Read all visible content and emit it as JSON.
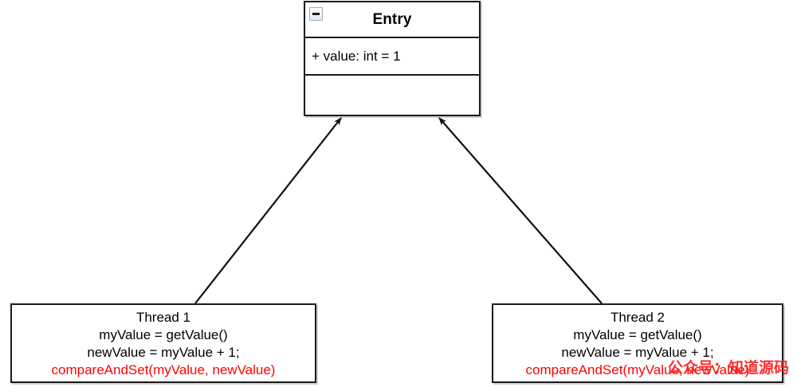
{
  "diagram": {
    "type": "uml-class-diagram",
    "background_color": "#ffffff",
    "line_color": "#1a1a1a",
    "accent_color": "#ff0000"
  },
  "entry_class": {
    "name": "Entry",
    "collapse_icon": "minus-box-icon",
    "attributes": [
      "+ value: int = 1"
    ],
    "operations": []
  },
  "threads": [
    {
      "id": "thread-1",
      "title": "Thread 1",
      "lines": [
        {
          "text": "myValue = getValue()",
          "color": "#000000"
        },
        {
          "text": "newValue = myValue + 1;",
          "color": "#000000"
        },
        {
          "text": "compareAndSet(myValue, newValue)",
          "color": "#ff0000"
        }
      ]
    },
    {
      "id": "thread-2",
      "title": "Thread 2",
      "lines": [
        {
          "text": "myValue = getValue()",
          "color": "#000000"
        },
        {
          "text": "newValue = myValue + 1;",
          "color": "#000000"
        },
        {
          "text": "compareAndSet(myValue, newValue)",
          "color": "#ff0000"
        }
      ]
    }
  ],
  "connectors": [
    {
      "from": "thread-1",
      "to": "entry_class",
      "style": "solid",
      "arrowhead": "filled"
    },
    {
      "from": "thread-2",
      "to": "entry_class",
      "style": "solid",
      "arrowhead": "filled"
    }
  ],
  "watermark": {
    "text": "公众号：知道源码",
    "color": "#ff2020"
  }
}
